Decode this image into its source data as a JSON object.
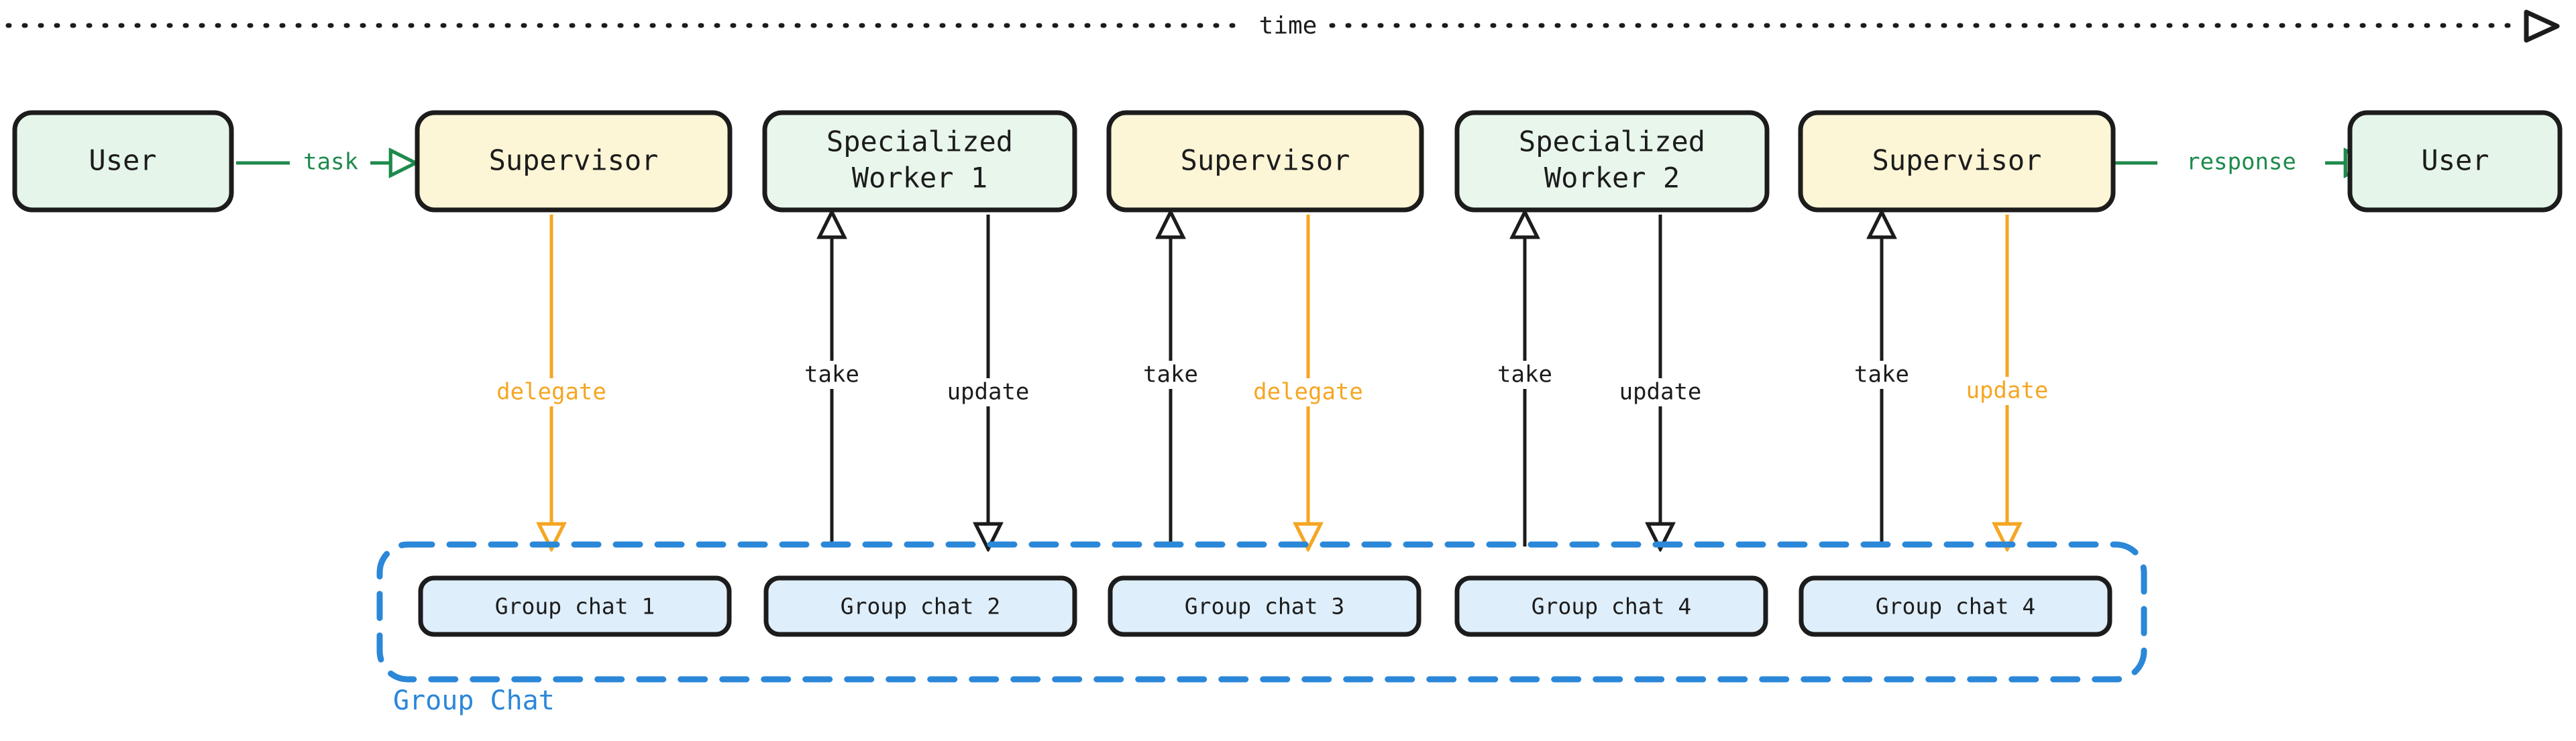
{
  "diagram": {
    "title": "Supervisor multi-agent group chat timeline",
    "background": "#ffffff"
  },
  "colors": {
    "user_fill": "#e6f5ea",
    "supervisor_fill": "#fcf5d6",
    "worker_fill": "#e9f6ec",
    "chat_fill": "#deeefb",
    "node_stroke": "#1c1c1c",
    "orange": "#f5a623",
    "green": "#1e8a4c",
    "blue": "#2b87d8",
    "dark": "#1c1c1c"
  },
  "time_axis": {
    "label": "time",
    "style": "dotted",
    "arrow": "open-triangle-right",
    "direction": "left-to-right"
  },
  "nodes": [
    {
      "id": "user-left",
      "label": "User",
      "lines": [
        "User"
      ],
      "role": "user",
      "fill": "#e6f5ea"
    },
    {
      "id": "supervisor-1",
      "label": "Supervisor",
      "lines": [
        "Supervisor"
      ],
      "role": "supervisor",
      "fill": "#fcf5d6"
    },
    {
      "id": "worker-1",
      "label": "Specialized Worker 1",
      "lines": [
        "Specialized",
        "Worker 1"
      ],
      "role": "worker",
      "fill": "#e9f6ec"
    },
    {
      "id": "supervisor-2",
      "label": "Supervisor",
      "lines": [
        "Supervisor"
      ],
      "role": "supervisor",
      "fill": "#fcf5d6"
    },
    {
      "id": "worker-2",
      "label": "Specialized Worker 2",
      "lines": [
        "Specialized",
        "Worker 2"
      ],
      "role": "worker",
      "fill": "#e9f6ec"
    },
    {
      "id": "supervisor-3",
      "label": "Supervisor",
      "lines": [
        "Supervisor"
      ],
      "role": "supervisor",
      "fill": "#fcf5d6"
    },
    {
      "id": "user-right",
      "label": "User",
      "lines": [
        "User"
      ],
      "role": "user",
      "fill": "#e6f5ea"
    }
  ],
  "chat_nodes": [
    {
      "id": "chat-1",
      "label": "Group chat 1"
    },
    {
      "id": "chat-2",
      "label": "Group chat 2"
    },
    {
      "id": "chat-3",
      "label": "Group chat 3"
    },
    {
      "id": "chat-4",
      "label": "Group chat 4"
    },
    {
      "id": "chat-5",
      "label": "Group chat 4"
    }
  ],
  "cluster": {
    "label": "Group Chat",
    "stroke": "#2b87d8",
    "style": "dashed"
  },
  "horizontal_edges": [
    {
      "id": "edge-task",
      "label": "task",
      "color": "#1e8a4c",
      "from": "user-left",
      "to": "supervisor-1"
    },
    {
      "id": "edge-response",
      "label": "response",
      "color": "#1e8a4c",
      "from": "supervisor-3",
      "to": "user-right"
    }
  ],
  "vertical_edges": [
    {
      "id": "edge-delegate-1",
      "label": "delegate",
      "color": "#f5a623",
      "direction": "down",
      "from": "supervisor-1",
      "to": "chat-1"
    },
    {
      "id": "edge-take-1",
      "label": "take",
      "color": "#1c1c1c",
      "direction": "up",
      "from": "chat-2",
      "to": "worker-1"
    },
    {
      "id": "edge-update-1",
      "label": "update",
      "color": "#1c1c1c",
      "direction": "down",
      "from": "worker-1",
      "to": "chat-2"
    },
    {
      "id": "edge-take-2",
      "label": "take",
      "color": "#1c1c1c",
      "direction": "up",
      "from": "chat-3",
      "to": "supervisor-2"
    },
    {
      "id": "edge-delegate-2",
      "label": "delegate",
      "color": "#f5a623",
      "direction": "down",
      "from": "supervisor-2",
      "to": "chat-3"
    },
    {
      "id": "edge-take-3",
      "label": "take",
      "color": "#1c1c1c",
      "direction": "up",
      "from": "chat-4",
      "to": "worker-2"
    },
    {
      "id": "edge-update-2",
      "label": "update",
      "color": "#1c1c1c",
      "direction": "down",
      "from": "worker-2",
      "to": "chat-4"
    },
    {
      "id": "edge-take-4",
      "label": "take",
      "color": "#1c1c1c",
      "direction": "up",
      "from": "chat-5",
      "to": "supervisor-3"
    },
    {
      "id": "edge-update-3",
      "label": "update",
      "color": "#f5a623",
      "direction": "down",
      "from": "supervisor-3",
      "to": "chat-5"
    }
  ]
}
